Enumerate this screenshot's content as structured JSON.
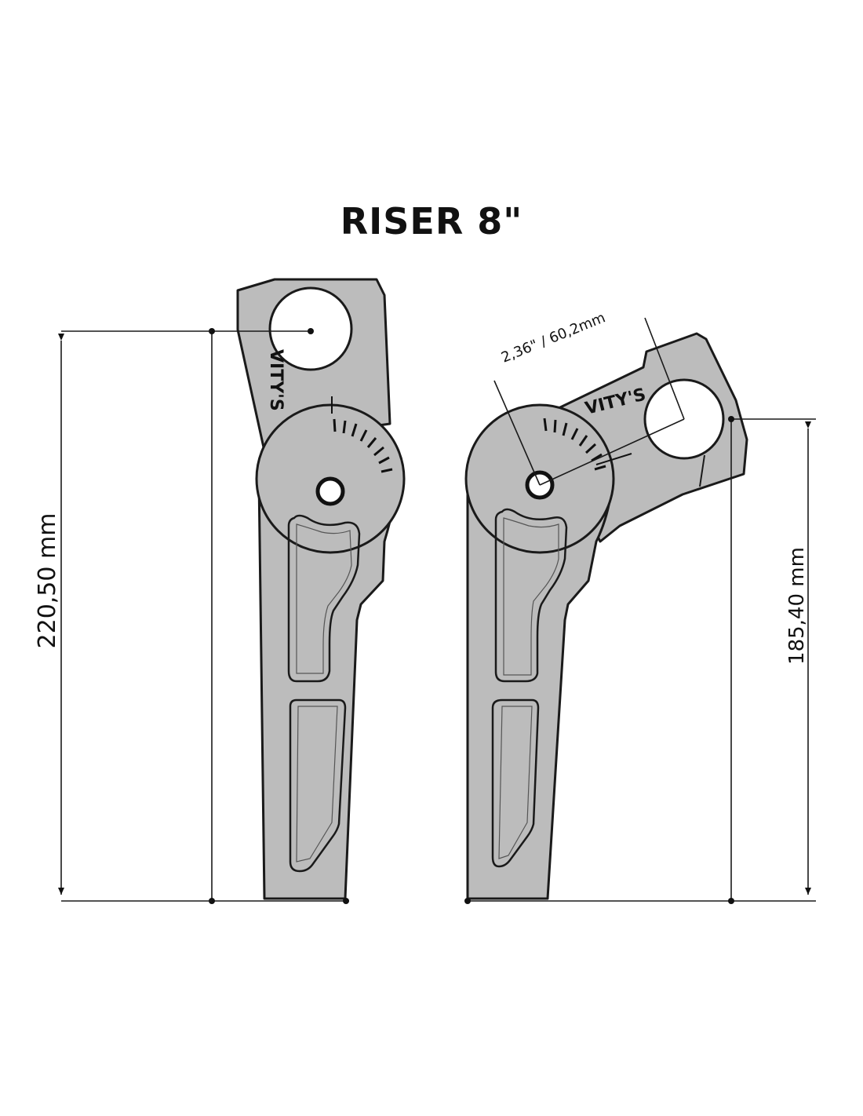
{
  "title": "RISER 8\"",
  "left_view": {
    "height_label": "220,50 mm",
    "brand_label": "VITY'S"
  },
  "right_view": {
    "height_label": "185,40 mm",
    "offset_label": "2,36\" / 60,2mm",
    "brand_label": "VITY'S"
  }
}
